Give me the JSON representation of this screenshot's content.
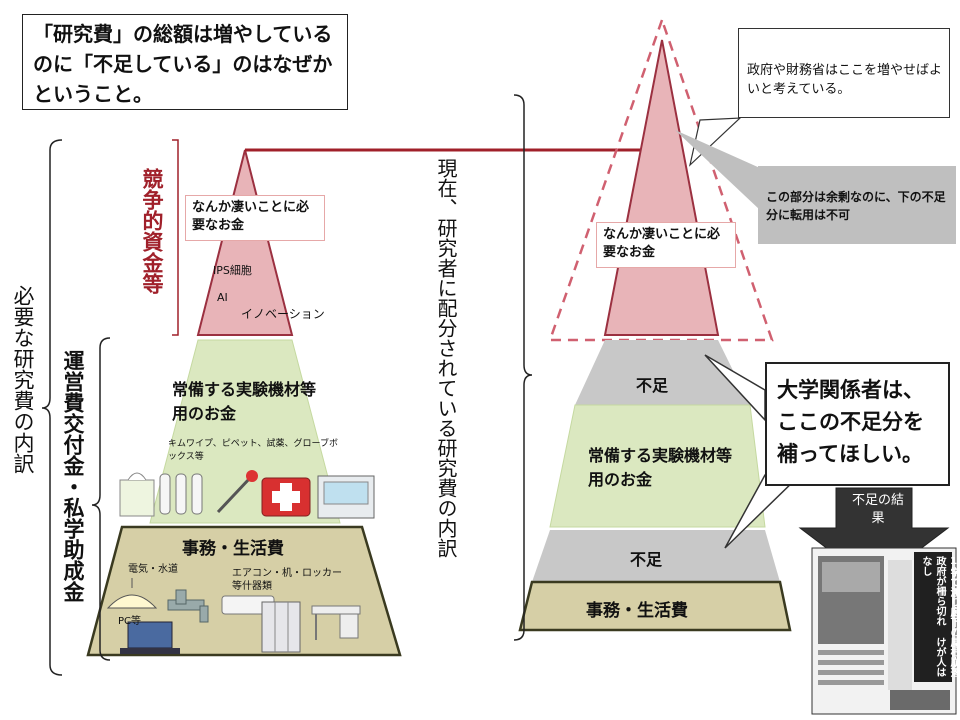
{
  "title": "「研究費」の総額は増やしているのに「不足している」のはなぜかということ。",
  "left": {
    "side_label": "必要な研究費の内訳",
    "competitive_label": "競争的資金等",
    "operating_label": "運営費交付金・私学助成金",
    "top_box": "なんか凄いことに必要なお金",
    "top_examples": [
      "IPS細胞",
      "AI",
      "イノベーション"
    ],
    "middle_title": "常備する実験機材等用のお金",
    "middle_examples": "キムワイプ、ピペット、試薬、グローブボックス等",
    "bottom_title": "事務・生活費",
    "bottom_ex1": "電気・水道",
    "bottom_ex2": "エアコン・机・ロッカー等什器類",
    "bottom_ex3": "PC等"
  },
  "center_label": "現在、研究者に配分されている研究費の内訳",
  "right": {
    "gov_note": "政府や財務省はここを増やせばよいと考えている。",
    "surplus_note": "この部分は余剰なのに、下の不足分に転用は不可",
    "top_box": "なんか凄いことに必要なお金",
    "shortage1": "不足",
    "middle_title": "常備する実験機材等用のお金",
    "shortage2": "不足",
    "bottom_title": "事務・生活費",
    "univ_note": "大学関係者は、ここの不足分を補ってほしい。",
    "arrow_label": "不足の結果",
    "newspaper_headline": "1学で渡り廊下の屋根崩落 政府が柵ら切れ けが人はなし"
  },
  "colors": {
    "pink": "#e8b4b8",
    "pink_stroke": "#b03a48",
    "green": "#dbe8c0",
    "tan": "#d6cfa6",
    "gray": "#c8c8c8",
    "dark_gray": "#bfbfbf",
    "line_red": "#a0202a"
  }
}
